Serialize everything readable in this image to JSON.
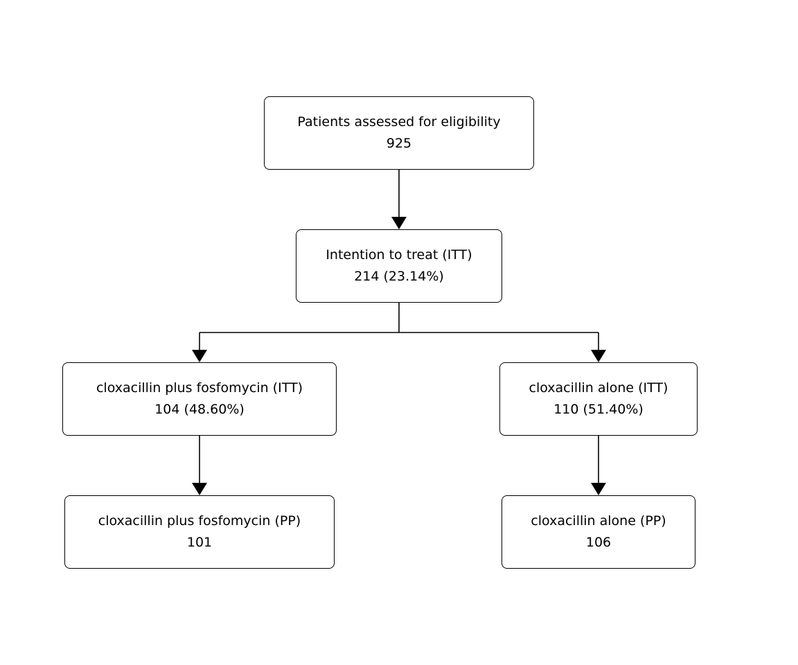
{
  "nodes": {
    "screened": {
      "label": "Patients assessed for eligibility",
      "value": "925"
    },
    "itt": {
      "label": "Intention to treat (ITT)",
      "value": "214 (23.14%)"
    },
    "arm_a_itt": {
      "label": "cloxacillin plus fosfomycin (ITT)",
      "value": "104 (48.60%)"
    },
    "arm_b_itt": {
      "label": "cloxacillin alone (ITT)",
      "value": "110 (51.40%)"
    },
    "arm_a_pp": {
      "label": "cloxacillin plus fosfomycin (PP)",
      "value": "101"
    },
    "arm_b_pp": {
      "label": "cloxacillin alone (PP)",
      "value": "106"
    }
  },
  "edges": [
    {
      "from": "screened",
      "to": "itt"
    },
    {
      "from": "itt",
      "to": "arm_a_itt"
    },
    {
      "from": "itt",
      "to": "arm_b_itt"
    },
    {
      "from": "arm_a_itt",
      "to": "arm_a_pp"
    },
    {
      "from": "arm_b_itt",
      "to": "arm_b_pp"
    }
  ],
  "colors": {
    "line": "#000000",
    "box_border": "#000000",
    "background": "#ffffff"
  }
}
